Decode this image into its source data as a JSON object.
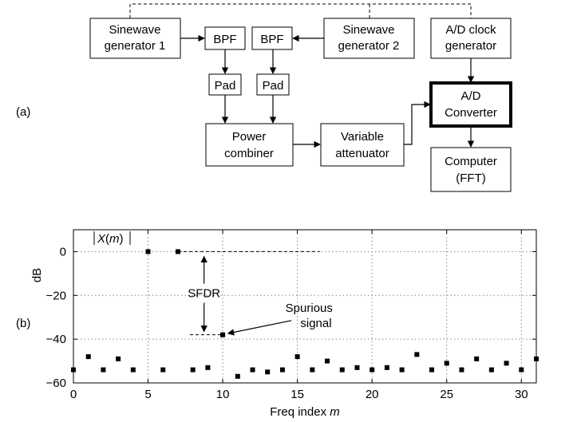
{
  "panel_a": {
    "label": "(a)",
    "blocks": {
      "gen1": [
        "Sinewave",
        "generator 1"
      ],
      "bpf1": [
        "BPF"
      ],
      "bpf2": [
        "BPF"
      ],
      "gen2": [
        "Sinewave",
        "generator 2"
      ],
      "clock": [
        "A/D clock",
        "generator"
      ],
      "pad1": [
        "Pad"
      ],
      "pad2": [
        "Pad"
      ],
      "adc": [
        "A/D",
        "Converter"
      ],
      "combiner": [
        "Power",
        "combiner"
      ],
      "attenuator": [
        "Variable",
        "attenuator"
      ],
      "computer": [
        "Computer",
        "(FFT)"
      ]
    }
  },
  "panel_b": {
    "label": "(b)",
    "chart_data": {
      "type": "scatter",
      "title": "",
      "xlabel": "Freq index m",
      "ylabel": "dB",
      "xlim": [
        0,
        31
      ],
      "ylim": [
        -60,
        10
      ],
      "xticks": [
        0,
        5,
        10,
        15,
        20,
        25,
        30
      ],
      "yticks": [
        0,
        -20,
        -40,
        -60
      ],
      "grid": true,
      "series": [
        {
          "name": "|X(m)|",
          "x": [
            0,
            1,
            2,
            3,
            4,
            5,
            6,
            7,
            8,
            9,
            10,
            11,
            12,
            13,
            14,
            15,
            16,
            17,
            18,
            19,
            20,
            21,
            22,
            23,
            24,
            25,
            26,
            27,
            28,
            29,
            30,
            31
          ],
          "y": [
            -54,
            -48,
            -54,
            -49,
            -54,
            0,
            -54,
            0,
            -54,
            -53,
            -38,
            -57,
            -54,
            -55,
            -54,
            -48,
            -54,
            -50,
            -54,
            -53,
            -54,
            -53,
            -54,
            -47,
            -54,
            -51,
            -54,
            -49,
            -54,
            -51,
            -54,
            -49
          ]
        }
      ],
      "annotations": {
        "sfdr": "SFDR",
        "spurious": [
          "Spurious",
          "signal"
        ]
      }
    }
  }
}
